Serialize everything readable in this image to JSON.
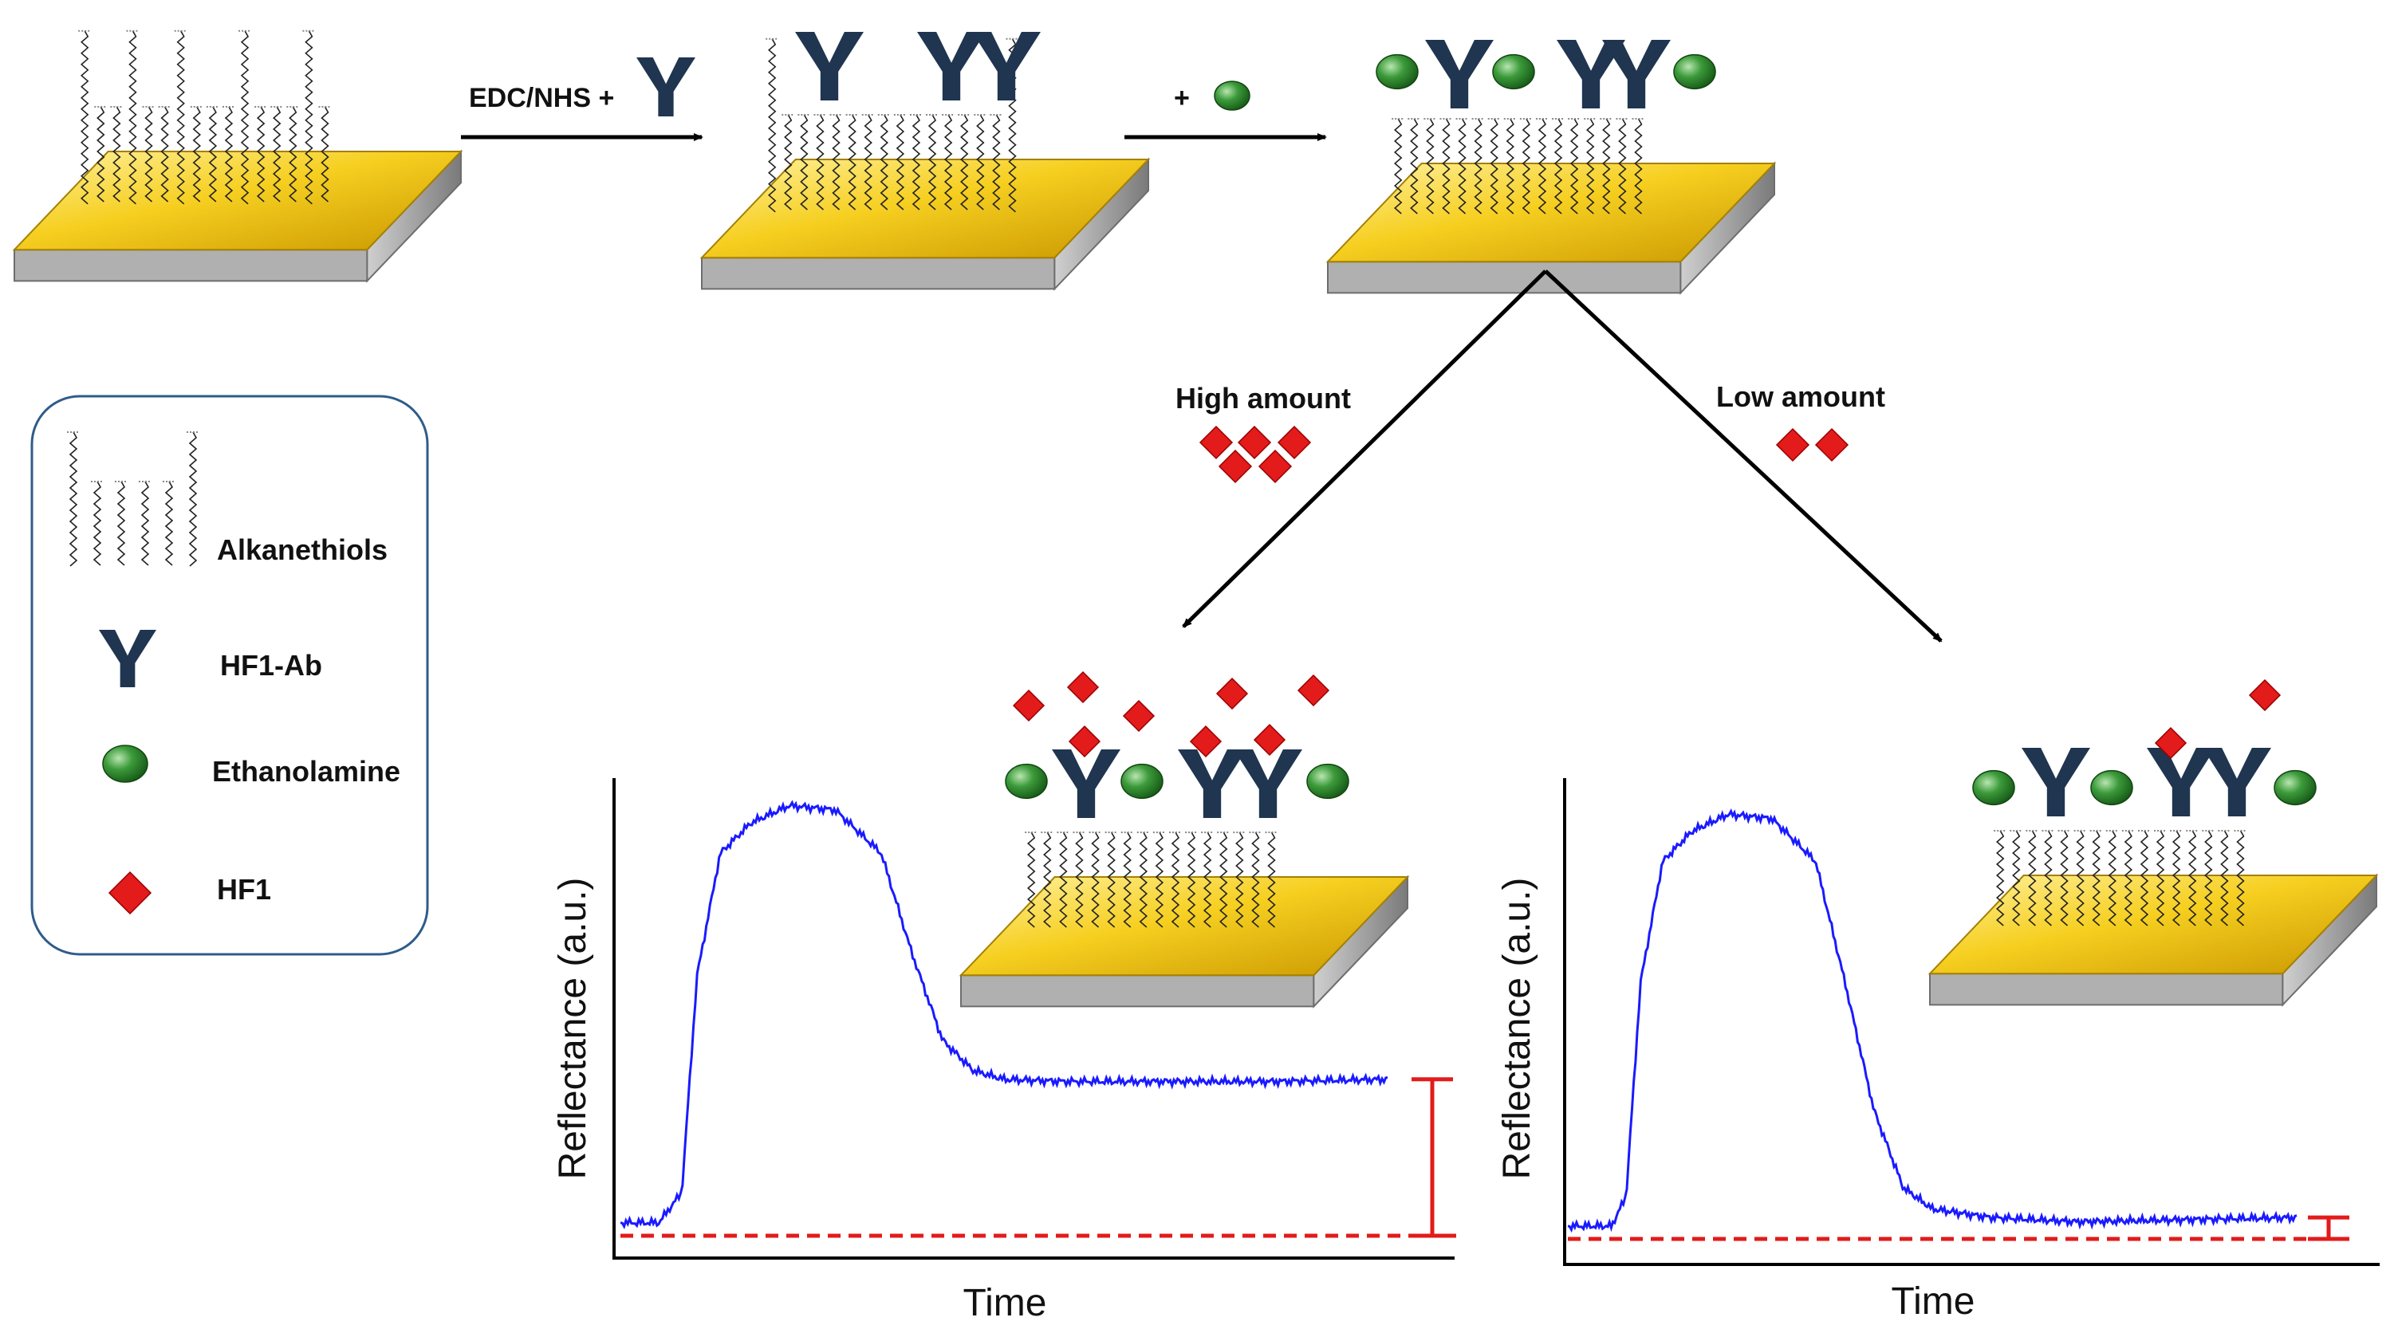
{
  "steps": {
    "reagent_1": "EDC/NHS +",
    "reagent_2": "+"
  },
  "branches": {
    "high": "High amount",
    "low": "Low amount"
  },
  "legend": {
    "alkanethiols": "Alkanethiols",
    "antibody": "HF1-Ab",
    "ethanolamine": "Ethanolamine",
    "hf1": "HF1"
  },
  "plots": {
    "ylabel": "Reflectance (a.u.)",
    "xlabel": "Time"
  },
  "colors": {
    "antibody": "#1f3550",
    "ethanolamine": "#2e7d32",
    "hf1": "#e31b1b",
    "gold": "#f2c200",
    "trace": "#1a1aff",
    "baseline": "#e31b1b"
  },
  "chart_data": [
    {
      "type": "line",
      "id": "high",
      "xlabel": "Time",
      "ylabel": "Reflectance (a.u.)",
      "x": [
        0,
        5,
        8,
        10,
        13,
        17,
        22,
        28,
        34,
        38,
        42,
        46,
        50,
        58,
        70,
        85,
        100
      ],
      "y": [
        0.03,
        0.03,
        0.1,
        0.6,
        0.88,
        0.95,
        0.99,
        0.98,
        0.88,
        0.65,
        0.45,
        0.38,
        0.36,
        0.355,
        0.355,
        0.355,
        0.36
      ],
      "baseline": 0.0,
      "signal_bar": [
        0.0,
        0.36
      ]
    },
    {
      "type": "line",
      "id": "low",
      "xlabel": "Time",
      "ylabel": "Reflectance (a.u.)",
      "x": [
        0,
        6,
        8,
        10,
        13,
        17,
        22,
        28,
        34,
        38,
        42,
        46,
        50,
        58,
        70,
        85,
        100
      ],
      "y": [
        0.03,
        0.03,
        0.1,
        0.6,
        0.88,
        0.95,
        0.99,
        0.98,
        0.88,
        0.6,
        0.3,
        0.12,
        0.07,
        0.05,
        0.04,
        0.045,
        0.05
      ],
      "baseline": 0.0,
      "signal_bar": [
        0.0,
        0.05
      ]
    }
  ]
}
